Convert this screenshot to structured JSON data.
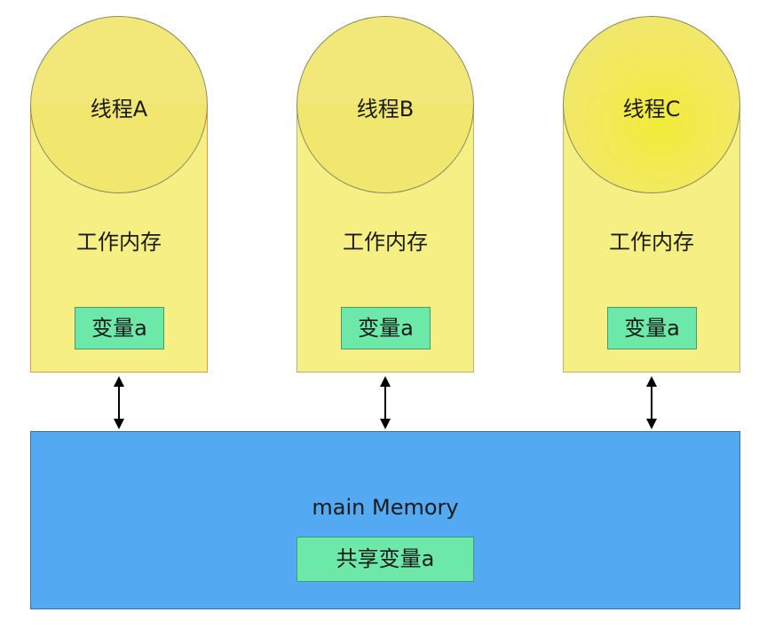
{
  "threads": [
    {
      "title": "线程A",
      "work_memory": "工作内存",
      "variable": "变量a"
    },
    {
      "title": "线程B",
      "work_memory": "工作内存",
      "variable": "变量a"
    },
    {
      "title": "线程C",
      "work_memory": "工作内存",
      "variable": "变量a"
    }
  ],
  "main_memory": {
    "label": "main Memory",
    "shared_variable": "共享变量a"
  },
  "colors": {
    "thread_fill": "#f5ef84",
    "variable_fill": "#6ce8a8",
    "main_memory_fill": "#53aaf2"
  }
}
